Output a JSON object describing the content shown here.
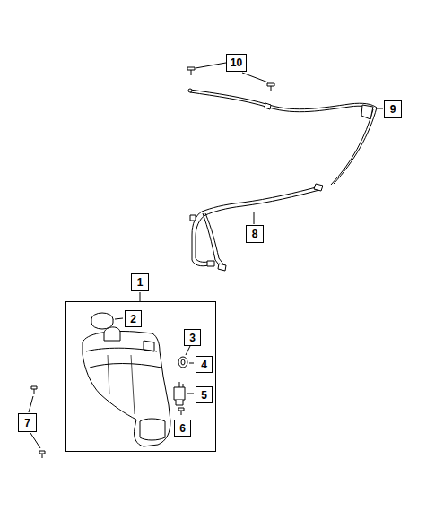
{
  "diagram": {
    "nodes": [
      {
        "text": [
          "1"
        ]
      },
      {
        "text": [
          "2"
        ],
        "in": 0
      },
      {
        "text": [
          "3"
        ],
        "in": 0
      },
      {
        "text": [
          "4"
        ],
        "in": 0
      },
      {
        "text": [
          "5"
        ],
        "in": 0
      },
      {
        "text": [
          "6"
        ],
        "in": 0
      },
      {
        "text": [
          "7"
        ]
      },
      {
        "text": [
          "8"
        ]
      },
      {
        "text": [
          "9"
        ]
      },
      {
        "text": [
          "10"
        ]
      }
    ]
  }
}
